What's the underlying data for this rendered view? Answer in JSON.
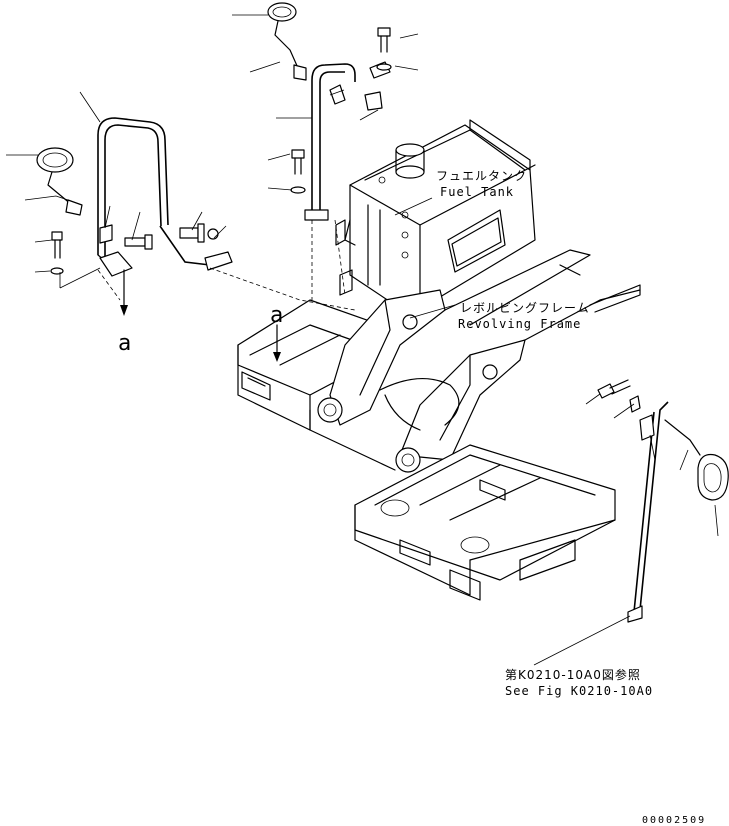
{
  "labels": {
    "fuel_tank_jp": "フュエルタンク",
    "fuel_tank_en": "Fuel Tank",
    "revolving_frame_jp": "レボルビングフレーム",
    "revolving_frame_en": "Revolving Frame",
    "see_fig_jp": "第K0210-10A0図参照",
    "see_fig_en": "See Fig K0210-10A0",
    "ref_a_left": "a",
    "ref_a_center": "a",
    "drawing_number": "00002509"
  }
}
